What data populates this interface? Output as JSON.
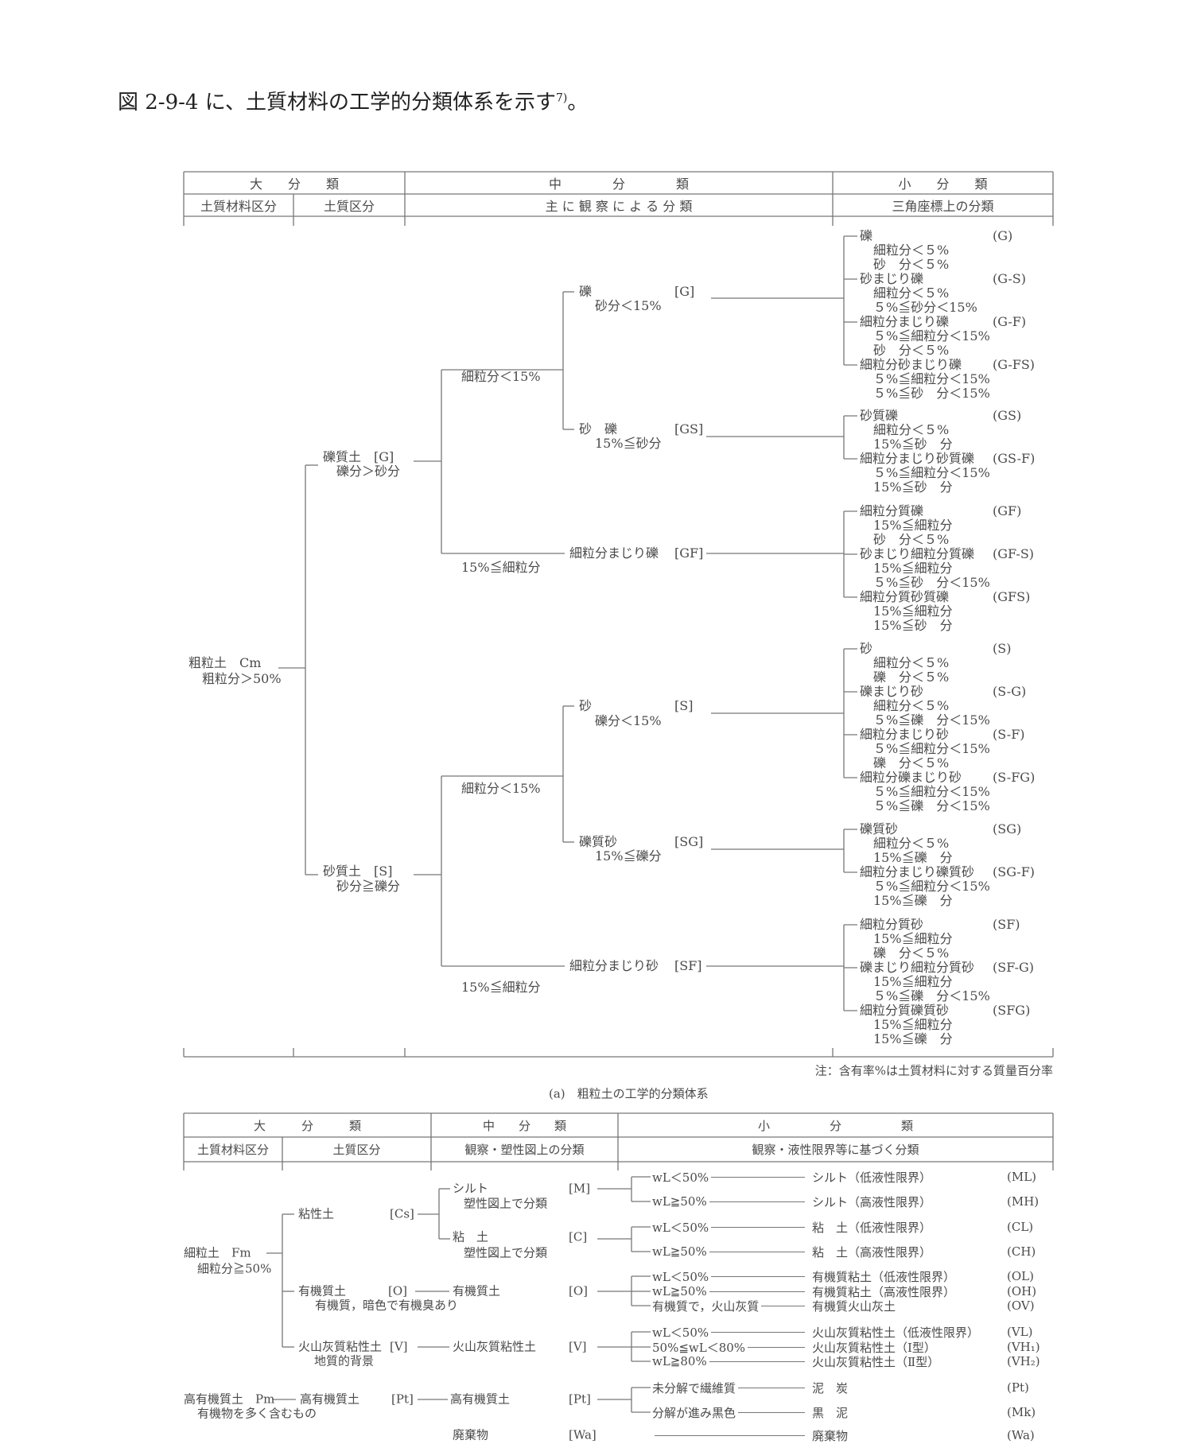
{
  "title": {
    "text": "図 2-9-4 に、土質材料の工学的分類体系を示す",
    "ref": "7)",
    "tail": "。"
  },
  "coarse": {
    "header": {
      "major": "大　　分　　類",
      "middle": "中　　　　分　　　　類",
      "minor": "小　　分　　類",
      "col1": "土質材料区分",
      "col2": "土質区分",
      "col3": "主 に 観 察 に よ る 分 類",
      "col4": "三角座標上の分類"
    },
    "root": {
      "name": "粗粒土　Cm",
      "cond": "粗粒分＞50%"
    },
    "gravel": {
      "name": "礫質土　[G]",
      "cond": "礫分＞砂分"
    },
    "sand": {
      "name": "砂質土　[S]",
      "cond": "砂分≧礫分"
    },
    "branches": {
      "g_low": "細粒分＜15%",
      "g_high": "15%≦細粒分",
      "s_low": "細粒分＜15%",
      "s_high": "15%≦細粒分"
    },
    "middle": [
      {
        "name": "礫",
        "code": "[G]",
        "cond": "砂分＜15%"
      },
      {
        "name": "砂　礫",
        "code": "[GS]",
        "cond": "15%≦砂分"
      },
      {
        "name": "細粒分まじり礫",
        "code": "[GF]",
        "cond": ""
      },
      {
        "name": "砂",
        "code": "[S]",
        "cond": "礫分＜15%"
      },
      {
        "name": "礫質砂",
        "code": "[SG]",
        "cond": "15%≦礫分"
      },
      {
        "name": "細粒分まじり砂",
        "code": "[SF]",
        "cond": ""
      }
    ],
    "minor_groups": [
      {
        "items": [
          {
            "name": "礫",
            "code": "(G)",
            "lines": [
              "細粒分＜５%",
              "砂　分＜５%"
            ]
          },
          {
            "name": "砂まじり礫",
            "code": "(G-S)",
            "lines": [
              "細粒分＜５%",
              "５%≦砂分＜15%"
            ]
          },
          {
            "name": "細粒分まじり礫",
            "code": "(G-F)",
            "lines": [
              "５%≦細粒分＜15%",
              "砂　分＜５%"
            ]
          },
          {
            "name": "細粒分砂まじり礫",
            "code": "(G-FS)",
            "lines": [
              "５%≦細粒分＜15%",
              "５%≦砂　分＜15%"
            ]
          }
        ]
      },
      {
        "items": [
          {
            "name": "砂質礫",
            "code": "(GS)",
            "lines": [
              "細粒分＜５%",
              "15%≦砂　分"
            ]
          },
          {
            "name": "細粒分まじり砂質礫",
            "code": "(GS-F)",
            "lines": [
              "５%≦細粒分＜15%",
              "15%≦砂　分"
            ]
          }
        ]
      },
      {
        "items": [
          {
            "name": "細粒分質礫",
            "code": "(GF)",
            "lines": [
              "15%≦細粒分",
              "砂　分＜５%"
            ]
          },
          {
            "name": "砂まじり細粒分質礫",
            "code": "(GF-S)",
            "lines": [
              "15%≦細粒分",
              "５%≦砂　分＜15%"
            ]
          },
          {
            "name": "細粒分質砂質礫",
            "code": "(GFS)",
            "lines": [
              "15%≦細粒分",
              "15%≦砂　分"
            ]
          }
        ]
      },
      {
        "items": [
          {
            "name": "砂",
            "code": "(S)",
            "lines": [
              "細粒分＜５%",
              "礫　分＜５%"
            ]
          },
          {
            "name": "礫まじり砂",
            "code": "(S-G)",
            "lines": [
              "細粒分＜５%",
              "５%≦礫　分＜15%"
            ]
          },
          {
            "name": "細粒分まじり砂",
            "code": "(S-F)",
            "lines": [
              "５%≦細粒分＜15%",
              "礫　分＜５%"
            ]
          },
          {
            "name": "細粒分礫まじり砂",
            "code": "(S-FG)",
            "lines": [
              "５%≦細粒分＜15%",
              "５%≦礫　分＜15%"
            ]
          }
        ]
      },
      {
        "items": [
          {
            "name": "礫質砂",
            "code": "(SG)",
            "lines": [
              "細粒分＜５%",
              "15%≦礫　分"
            ]
          },
          {
            "name": "細粒分まじり礫質砂",
            "code": "(SG-F)",
            "lines": [
              "５%≦細粒分＜15%",
              "15%≦礫　分"
            ]
          }
        ]
      },
      {
        "items": [
          {
            "name": "細粒分質砂",
            "code": "(SF)",
            "lines": [
              "15%≦細粒分",
              "礫　分＜５%"
            ]
          },
          {
            "name": "礫まじり細粒分質砂",
            "code": "(SF-G)",
            "lines": [
              "15%≦細粒分",
              "５%≦礫　分＜15%"
            ]
          },
          {
            "name": "細粒分質礫質砂",
            "code": "(SFG)",
            "lines": [
              "15%≦細粒分",
              "15%≦礫　分"
            ]
          }
        ]
      }
    ],
    "note": "注：含有率%は土質材料に対する質量百分率",
    "caption": "(a)　粗粒土の工学的分類体系"
  },
  "fine": {
    "header": {
      "major": "大　　　分　　　類",
      "middle": "中　　分　　類",
      "minor": "小　　　　　分　　　　　類",
      "col1": "土質材料区分",
      "col2": "土質区分",
      "col3": "観察・塑性図上の分類",
      "col4": "観察・液性限界等に基づく分類"
    },
    "root": {
      "name": "細粒土　Fm",
      "cond": "細粒分≧50%"
    },
    "high_organic": {
      "name": "高有機質土　Pm",
      "cond": "有機物を多く含むもの"
    },
    "soil_types": [
      {
        "name": "粘性土",
        "code": "[Cs]",
        "cond": ""
      },
      {
        "name": "有機質土",
        "code": "[O]",
        "cond": "有機質，暗色で有機臭あり"
      },
      {
        "name": "火山灰質粘性土",
        "code": "[V]",
        "cond": "地質的背景"
      },
      {
        "name": "高有機質土",
        "code": "[Pt]",
        "cond": ""
      }
    ],
    "middle": [
      {
        "name": "シルト",
        "code": "[M]",
        "cond": "塑性図上で分類"
      },
      {
        "name": "粘　土",
        "code": "[C]",
        "cond": "塑性図上で分類"
      },
      {
        "name": "有機質土",
        "code": "[O]",
        "cond": ""
      },
      {
        "name": "火山灰質粘性土",
        "code": "[V]",
        "cond": ""
      },
      {
        "name": "高有機質土",
        "code": "[Pt]",
        "cond": ""
      },
      {
        "name": "廃棄物",
        "code": "[Wa]",
        "cond": ""
      }
    ],
    "rows": [
      {
        "cond": "wL＜50%",
        "result": "シルト（低液性限界）",
        "code": "(ML)"
      },
      {
        "cond": "wL≧50%",
        "result": "シルト（高液性限界）",
        "code": "(MH)"
      },
      {
        "cond": "wL＜50%",
        "result": "粘　土（低液性限界）",
        "code": "(CL)"
      },
      {
        "cond": "wL≧50%",
        "result": "粘　土（高液性限界）",
        "code": "(CH)"
      },
      {
        "cond": "wL＜50%",
        "result": "有機質粘土（低液性限界）",
        "code": "(OL)"
      },
      {
        "cond": "wL≧50%",
        "result": "有機質粘土（高液性限界）",
        "code": "(OH)"
      },
      {
        "cond": "有機質で，火山灰質",
        "result": "有機質火山灰土",
        "code": "(OV)"
      },
      {
        "cond": "wL＜50%",
        "result": "火山灰質粘性土（低液性限界）",
        "code": "(VL)"
      },
      {
        "cond": "50%≦wL＜80%",
        "result": "火山灰質粘性土（Ⅰ型）",
        "code": "(VH₁)"
      },
      {
        "cond": "wL≧80%",
        "result": "火山灰質粘性土（Ⅱ型）",
        "code": "(VH₂)"
      },
      {
        "cond": "未分解で繊維質",
        "result": "泥　炭",
        "code": "(Pt)"
      },
      {
        "cond": "分解が進み黒色",
        "result": "黒　泥",
        "code": "(Mk)"
      },
      {
        "cond": "",
        "result": "廃棄物",
        "code": "(Wa)"
      }
    ]
  }
}
